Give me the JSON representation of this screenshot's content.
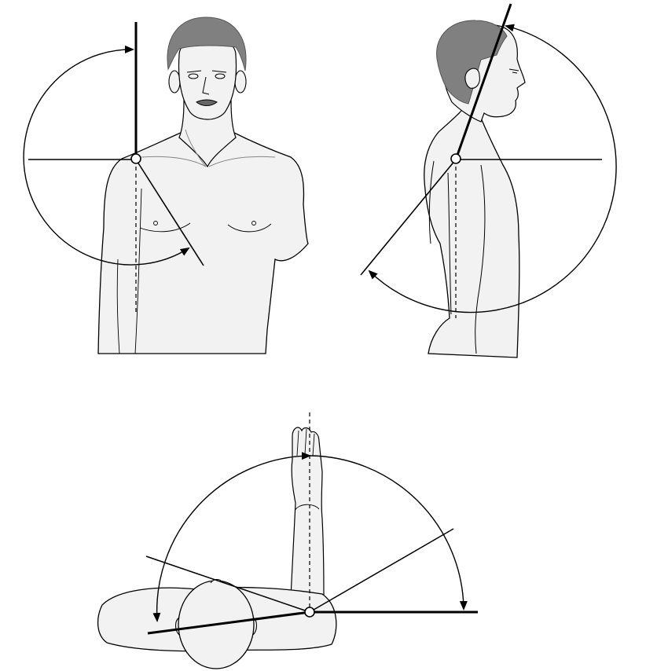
{
  "figure": {
    "panels": [
      {
        "view": "front",
        "joint": "shoulder"
      },
      {
        "view": "side",
        "joint": "shoulder"
      },
      {
        "view": "top",
        "joint": "shoulder"
      }
    ],
    "colors": {
      "skin_fill": "#f2f2f2",
      "hair_fill": "#808080",
      "line": "#000000",
      "background": "#ffffff"
    },
    "text_labels": []
  }
}
